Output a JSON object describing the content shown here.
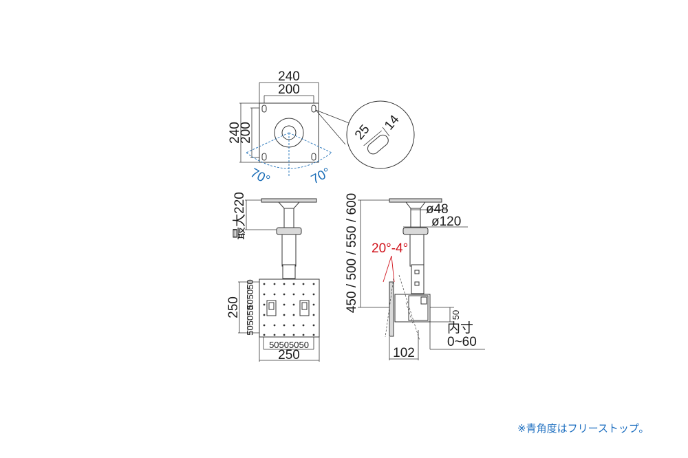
{
  "top_view": {
    "outer_width": "240",
    "hole_pitch_width": "200",
    "outer_height": "240",
    "hole_pitch_height": "200",
    "swivel_left": "70°",
    "swivel_right": "70°",
    "slot_length": "25",
    "slot_width": "14"
  },
  "front_view": {
    "extension_label": "最大220"
  },
  "mount_plate": {
    "height_total": "250",
    "height_pitch_upper": "505050",
    "height_pitch_lower": "505050",
    "width_pitch": "50505050",
    "width_total": "250"
  },
  "side_view": {
    "height_options": "450 / 500 / 550 / 600",
    "pole_diameter": "ø48",
    "base_diameter": "ø120",
    "tilt_range": "20°-4°",
    "depth": "102",
    "inner_dim_value": "50",
    "inner_label": "内寸",
    "inner_range": "0~60"
  },
  "note": "※青角度はフリーストップ。",
  "colors": {
    "tilt_text": "#d0121b",
    "swivel_text": "#1d6fb8",
    "note_text": "#1e6fc0"
  }
}
